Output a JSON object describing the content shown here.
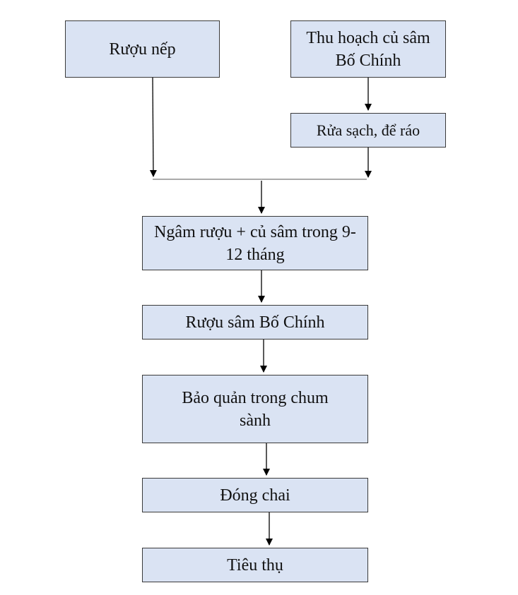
{
  "diagram": {
    "nodes": {
      "ruou_nep": "Rượu nếp",
      "thu_hoach": "Thu hoạch củ sâm Bố Chính",
      "rua_sach": "Rửa sạch, để ráo",
      "ngam_ruou": "Ngâm rượu + củ sâm trong 9-12 tháng",
      "ruou_sam": "Rượu sâm Bố Chính",
      "bao_quan": "Bảo quản trong chum sành",
      "dong_chai": "Đóng chai",
      "tieu_thu": "Tiêu thụ"
    },
    "edges": [
      [
        "ruou_nep",
        "ngam_ruou"
      ],
      [
        "thu_hoach",
        "rua_sach"
      ],
      [
        "rua_sach",
        "ngam_ruou"
      ],
      [
        "ngam_ruou",
        "ruou_sam"
      ],
      [
        "ruou_sam",
        "bao_quan"
      ],
      [
        "bao_quan",
        "dong_chai"
      ],
      [
        "dong_chai",
        "tieu_thu"
      ]
    ],
    "colors": {
      "box_fill": "#dae3f3",
      "box_border": "#3a3a3a",
      "line": "#000000"
    }
  }
}
